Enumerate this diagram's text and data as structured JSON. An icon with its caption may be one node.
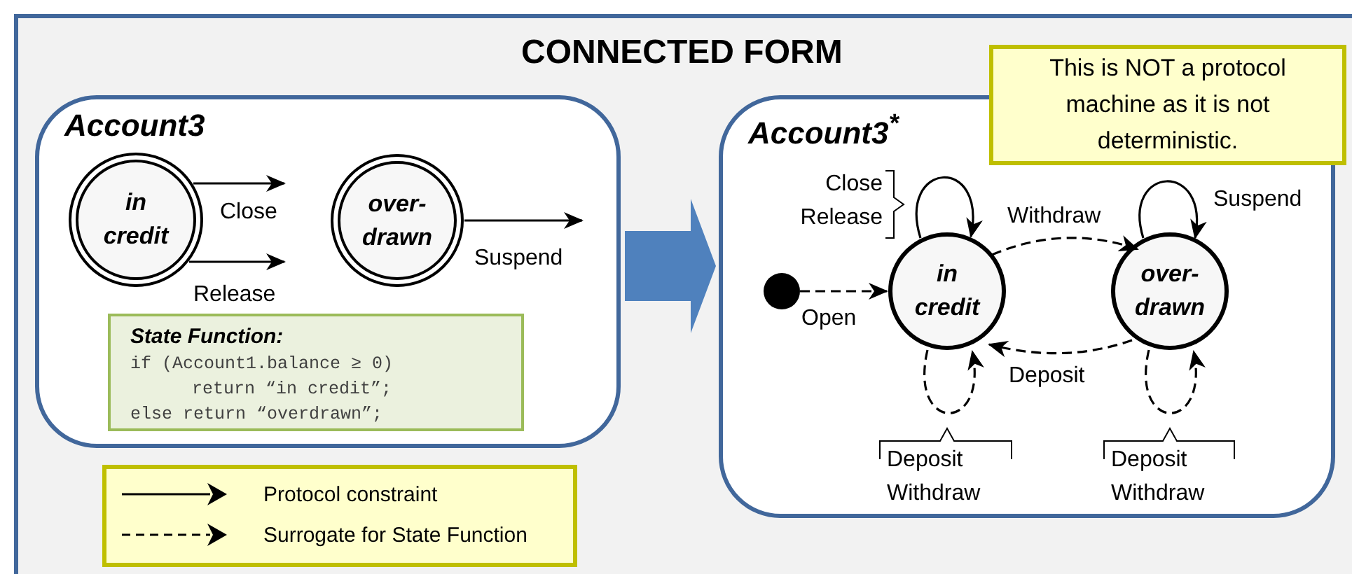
{
  "diagram": {
    "title": "CONNECTED FORM",
    "nodes": [
      {
        "text": [
          "Account3"
        ]
      },
      {
        "text": [
          "in credit"
        ],
        "in": 0
      },
      {
        "text": [
          "over-drawn"
        ],
        "in": 0
      },
      {
        "text": [
          "State Function:",
          "if (Account1.balance ≥ 0)",
          "return “in credit”;",
          "else return “overdrawn”;"
        ],
        "in": 0
      },
      {
        "text": [
          "Account3$^{*}$"
        ]
      },
      {
        "text": [
          "This is NOT a protocol machine as it is not deterministic."
        ]
      },
      {
        "text": [],
        "shape": "circle",
        "in": 4
      },
      {
        "text": [
          "in credit"
        ],
        "in": 4
      },
      {
        "text": [
          "over-drawn"
        ],
        "in": 4
      }
    ],
    "edges": [
      {
        "from": 1,
        "to": null,
        "arrow": "to",
        "label": "Close"
      },
      {
        "from": 1,
        "to": null,
        "arrow": "to",
        "label": "Release"
      },
      {
        "from": 2,
        "to": null,
        "arrow": "to",
        "label": "Suspend"
      },
      {
        "from": 0,
        "to": 4,
        "arrow": "to",
        "style": "thick",
        "color": "#4f81bd"
      },
      {
        "from": 6,
        "to": 7,
        "arrow": "to",
        "style": "dashed",
        "label": "Open"
      },
      {
        "from": 7,
        "to": 7,
        "arrow": "to",
        "label": "Close Release"
      },
      {
        "from": 7,
        "to": 8,
        "arrow": "to",
        "style": "dashed",
        "label": "Withdraw"
      },
      {
        "from": 8,
        "to": 8,
        "arrow": "to",
        "label": "Suspend"
      },
      {
        "from": 8,
        "to": 7,
        "arrow": "to",
        "style": "dashed",
        "label": "Deposit"
      },
      {
        "from": 7,
        "to": 7,
        "arrow": "to",
        "style": "dashed",
        "label": "Deposit Withdraw"
      },
      {
        "from": 8,
        "to": 8,
        "arrow": "to",
        "style": "dashed",
        "label": "Deposit Withdraw"
      }
    ],
    "legend": [
      {
        "text": "Protocol constraint"
      },
      {
        "text": "Surrogate for State Function"
      }
    ]
  }
}
